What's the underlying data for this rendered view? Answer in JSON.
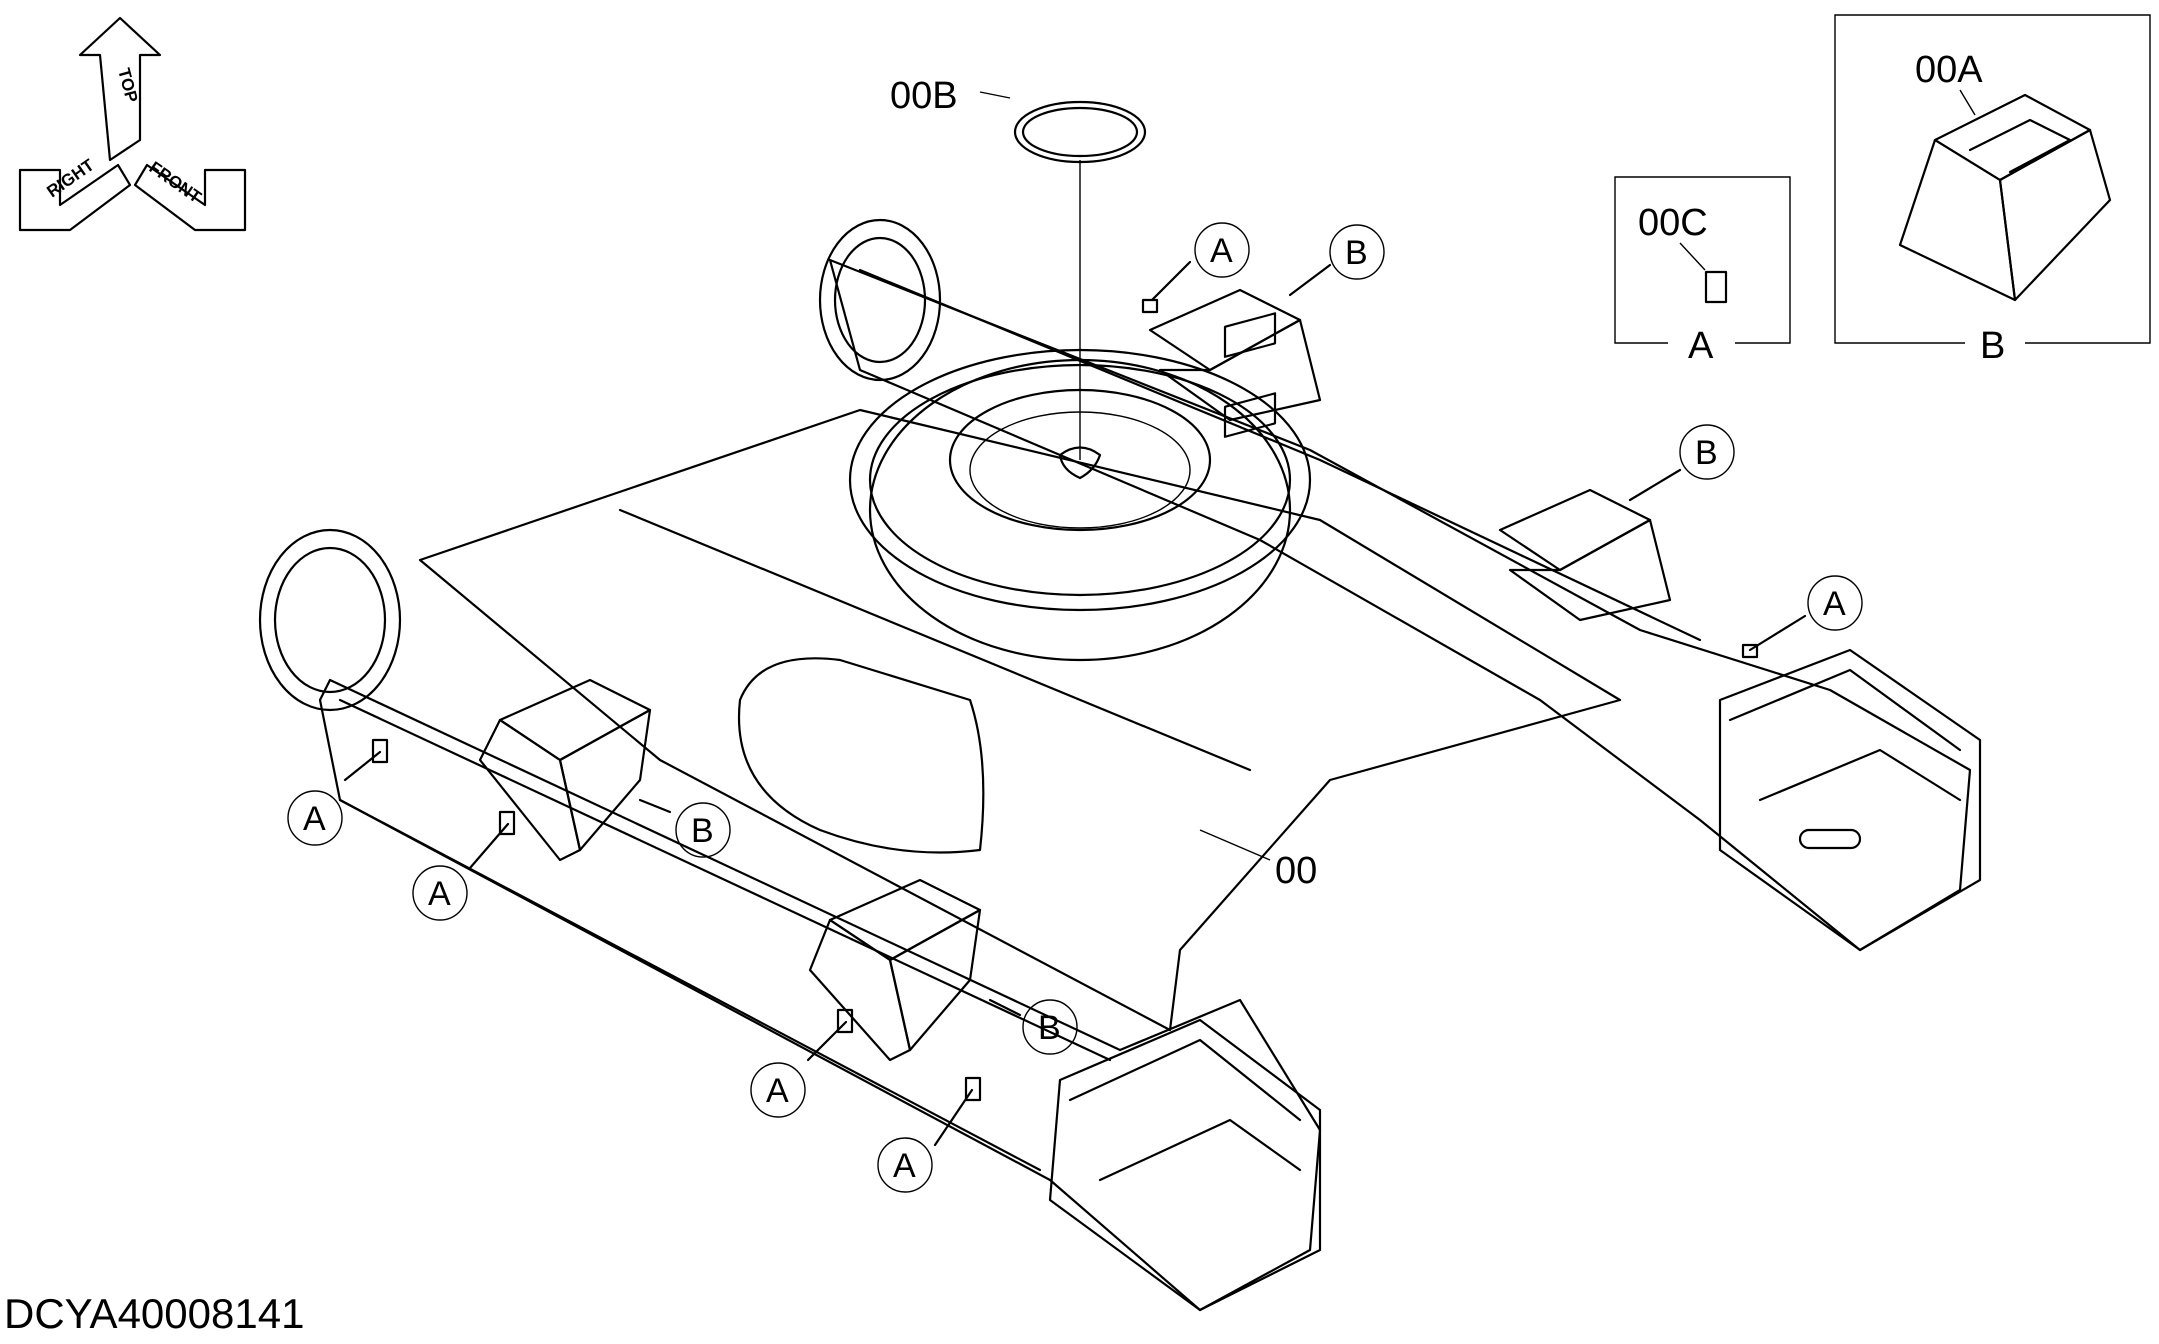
{
  "drawing_id": "DCYA40008141",
  "orientation": {
    "top": "TOP",
    "right": "RIGHT",
    "front": "FRONT"
  },
  "parts": {
    "frame": "00",
    "pad": "00A",
    "ring": "00B",
    "block": "00C"
  },
  "views": {
    "a": "A",
    "b": "B"
  },
  "callout_letter_a": "A",
  "callout_letter_b": "B"
}
